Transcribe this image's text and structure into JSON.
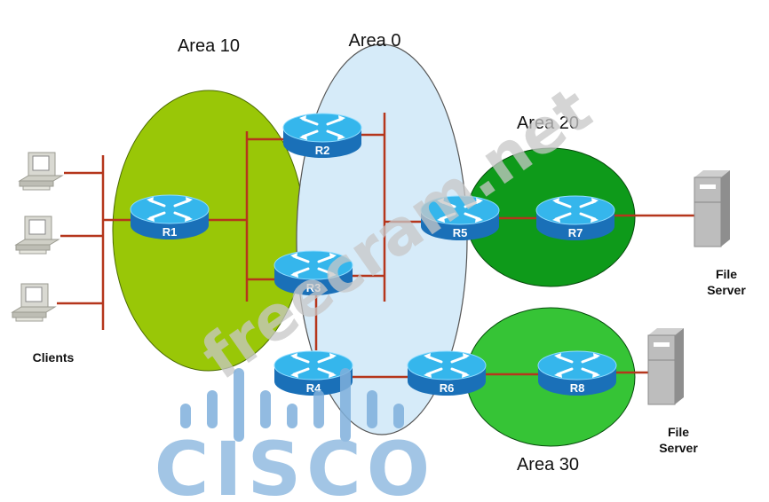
{
  "diagram": {
    "title": "OSPF Multi-Area Topology",
    "areas": [
      {
        "id": "area10",
        "label": "Area 10",
        "color": "#99c707"
      },
      {
        "id": "area0",
        "label": "Area 0",
        "color": "#d6ebf9"
      },
      {
        "id": "area20",
        "label": "Area 20",
        "color": "#0e9a1a"
      },
      {
        "id": "area30",
        "label": "Area 30",
        "color": "#36c436"
      }
    ],
    "routers": [
      {
        "id": "R1",
        "label": "R1"
      },
      {
        "id": "R2",
        "label": "R2"
      },
      {
        "id": "R3",
        "label": "R3"
      },
      {
        "id": "R4",
        "label": "R4"
      },
      {
        "id": "R5",
        "label": "R5"
      },
      {
        "id": "R6",
        "label": "R6"
      },
      {
        "id": "R7",
        "label": "R7"
      },
      {
        "id": "R8",
        "label": "R8"
      }
    ],
    "hosts": {
      "clients_label": "Clients",
      "client_count": 3,
      "server_label_line1": "File",
      "server_label_line2": "Server"
    },
    "links": [
      [
        "clients-lan",
        "R1"
      ],
      [
        "R1",
        "area10-lan"
      ],
      [
        "area10-lan",
        "R2"
      ],
      [
        "area10-lan",
        "R3"
      ],
      [
        "R2",
        "area0-lan"
      ],
      [
        "R3",
        "area0-lan"
      ],
      [
        "area0-lan",
        "R5"
      ],
      [
        "R3",
        "R4"
      ],
      [
        "R4",
        "R6"
      ],
      [
        "R5",
        "R7"
      ],
      [
        "R7",
        "file-server-1"
      ],
      [
        "R6",
        "R8"
      ],
      [
        "R8",
        "file-server-2"
      ]
    ],
    "colors": {
      "link": "#b5361c",
      "router_top": "#35b6ec",
      "router_side": "#1a70b8"
    }
  },
  "watermarks": {
    "site": "freecram.net",
    "brand": "CISCO"
  }
}
